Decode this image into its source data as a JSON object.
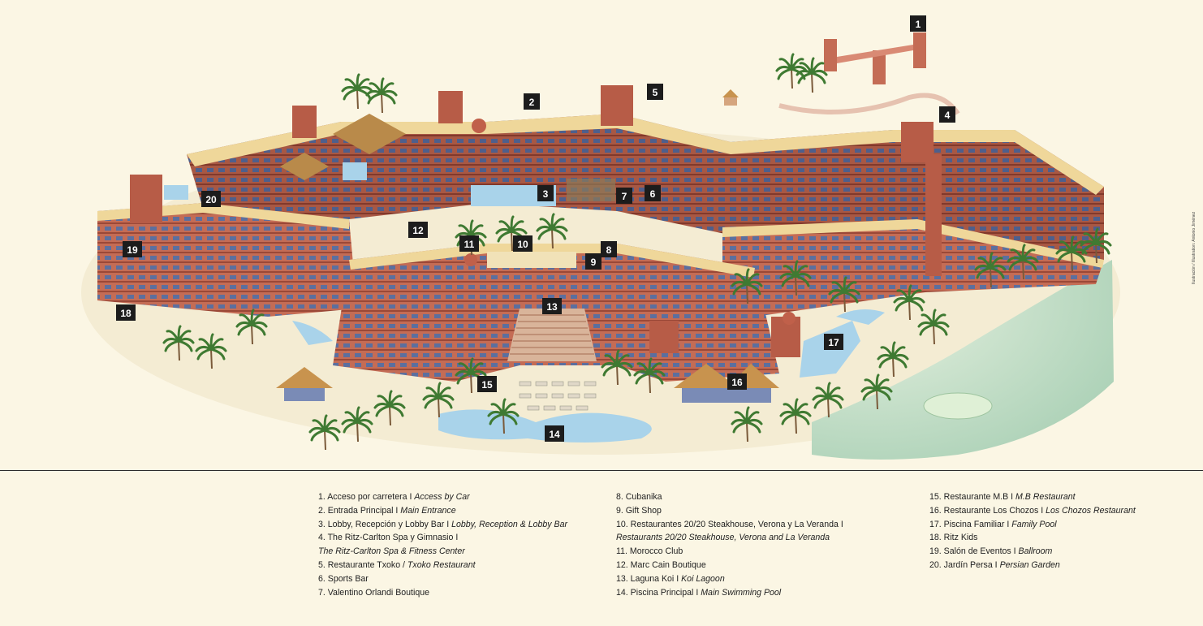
{
  "markers": [
    "1",
    "2",
    "3",
    "4",
    "5",
    "6",
    "7",
    "8",
    "9",
    "10",
    "11",
    "12",
    "13",
    "14",
    "15",
    "16",
    "17",
    "18",
    "19",
    "20"
  ],
  "legend": [
    [
      {
        "label": "1. Acceso por carretera I ",
        "en": "Access by Car"
      },
      {
        "label": "2. Entrada Principal I ",
        "en": "Main Entrance"
      },
      {
        "label": "3. Lobby, Recepción y Lobby Bar I ",
        "en": "Lobby, Reception & Lobby Bar"
      },
      {
        "label": "4. The Ritz-Carlton Spa y Gimnasio I",
        "en": ""
      },
      {
        "label": "",
        "en": "The Ritz-Carlton Spa & Fitness Center"
      },
      {
        "label": "5. Restaurante Txoko / ",
        "en": "Txoko Restaurant"
      },
      {
        "label": "6. Sports Bar",
        "en": ""
      },
      {
        "label": "7. Valentino Orlandi Boutique",
        "en": ""
      }
    ],
    [
      {
        "label": "8. Cubanika",
        "en": ""
      },
      {
        "label": "9. Gift Shop",
        "en": ""
      },
      {
        "label": "10. Restaurantes 20/20 Steakhouse, Verona y La Veranda I",
        "en": ""
      },
      {
        "label": "",
        "en": "Restaurants 20/20 Steakhouse, Verona and La Veranda"
      },
      {
        "label": "11. Morocco Club",
        "en": ""
      },
      {
        "label": "12. Marc Cain Boutique",
        "en": ""
      },
      {
        "label": "13. Laguna Koi I ",
        "en": "Koi Lagoon"
      },
      {
        "label": "14. Piscina Principal I ",
        "en": "Main Swimming Pool"
      }
    ],
    [
      {
        "label": "15. Restaurante M.B I ",
        "en": "M.B Restaurant"
      },
      {
        "label": "16. Restaurante Los Chozos I ",
        "en": "Los Chozos Restaurant"
      },
      {
        "label": "17. Piscina Familiar I ",
        "en": "Family Pool"
      },
      {
        "label": "18. Ritz Kids",
        "en": ""
      },
      {
        "label": "19. Salón de Eventos I ",
        "en": "Ballroom"
      },
      {
        "label": "20. Jardín Persa I ",
        "en": "Persian Garden"
      }
    ]
  ],
  "credit": "Ilustración / Illustration: Antonio Jiménez",
  "colors": {
    "background": "#fbf6e4",
    "building": "#c8705a",
    "building_dark": "#a24e3c",
    "roof": "#efd79a",
    "pool": "#a9d3ea",
    "palm": "#4f8a3a",
    "grass": "#cfe4c8",
    "marker_bg": "#1c1c1c",
    "marker_text": "#ffffff"
  }
}
